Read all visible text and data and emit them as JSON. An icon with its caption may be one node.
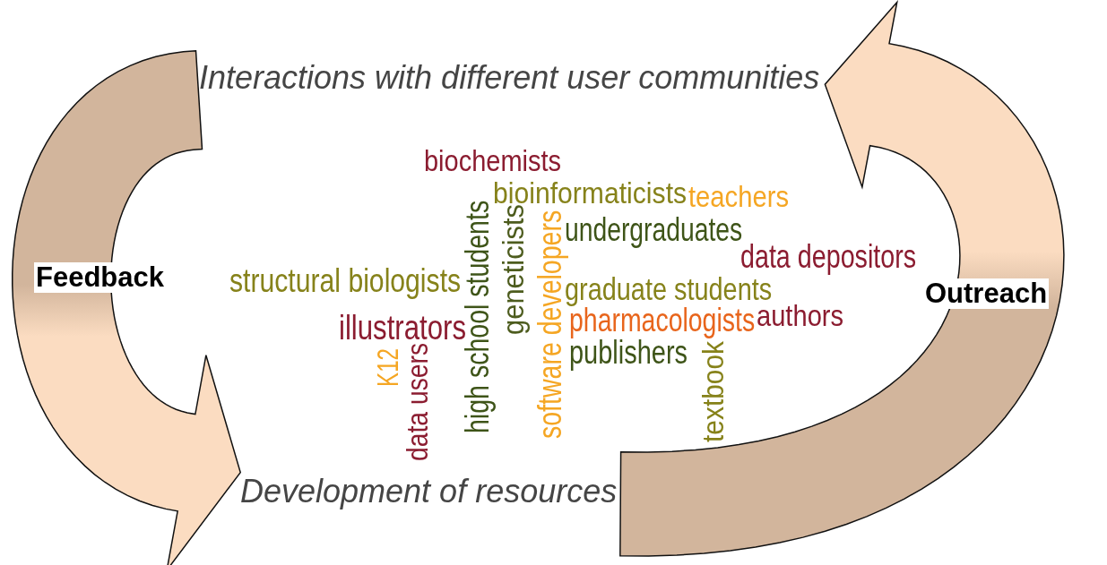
{
  "diagram": {
    "nodes": [
      {
        "text": [
          "Interactions with different user communities"
        ]
      },
      {
        "text": [
          "Development of resources"
        ]
      }
    ],
    "edges": [
      {
        "from": 0,
        "to": 1,
        "arrow": "to",
        "label": "Feedback"
      },
      {
        "from": 1,
        "to": 0,
        "arrow": "to",
        "label": "Outreach"
      }
    ],
    "labels": [
      "biochemists",
      "bioinformaticists",
      "teachers",
      "high school students",
      "geneticists",
      "software developers",
      "undergraduates",
      "data depositors",
      "structural biologists",
      "graduate students",
      "illustrators",
      "pharmacologists",
      "authors",
      "K12",
      "data users",
      "publishers",
      "textbook"
    ]
  }
}
